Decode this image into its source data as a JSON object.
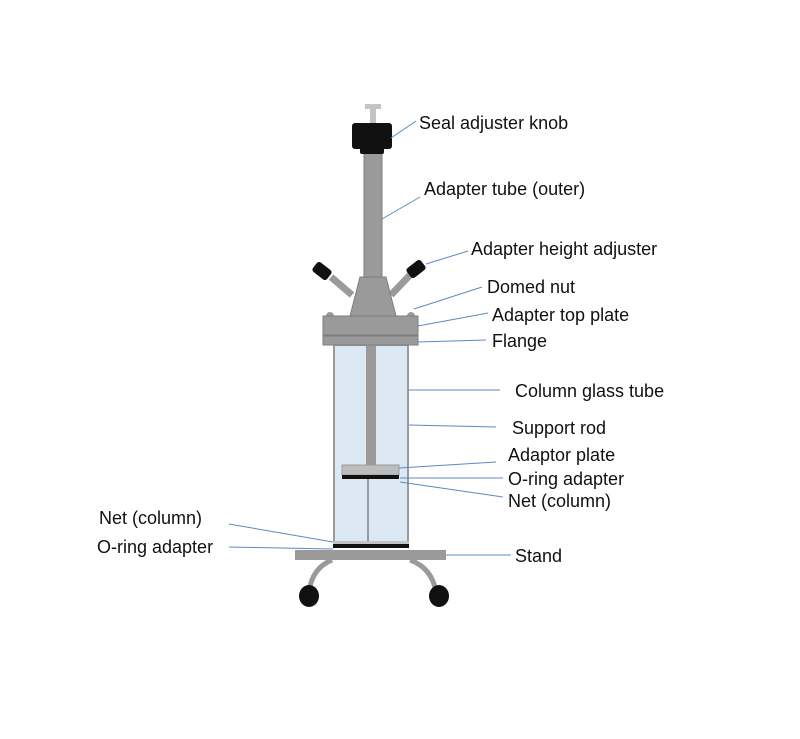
{
  "colors": {
    "metal": "#9a9a9a",
    "metal_dark": "#7d7d7d",
    "metal_light": "#c4c4c4",
    "glass": "#dde8f5",
    "black": "#111111",
    "leader_line": "#5b8ac4"
  },
  "labels": {
    "seal_adjuster_knob": "Seal adjuster knob",
    "adapter_tube_outer": "Adapter tube (outer)",
    "adapter_height_adjuster": "Adapter height adjuster",
    "domed_nut": "Domed nut",
    "adapter_top_plate": "Adapter top plate",
    "flange": "Flange",
    "column_glass_tube": "Column glass tube",
    "support_rod": "Support rod",
    "adaptor_plate": "Adaptor plate",
    "o_ring_adapter_right": "O-ring adapter",
    "net_column_right": "Net (column)",
    "net_column_left": "Net (column)",
    "o_ring_adapter_left": "O-ring adapter",
    "stand": "Stand"
  }
}
